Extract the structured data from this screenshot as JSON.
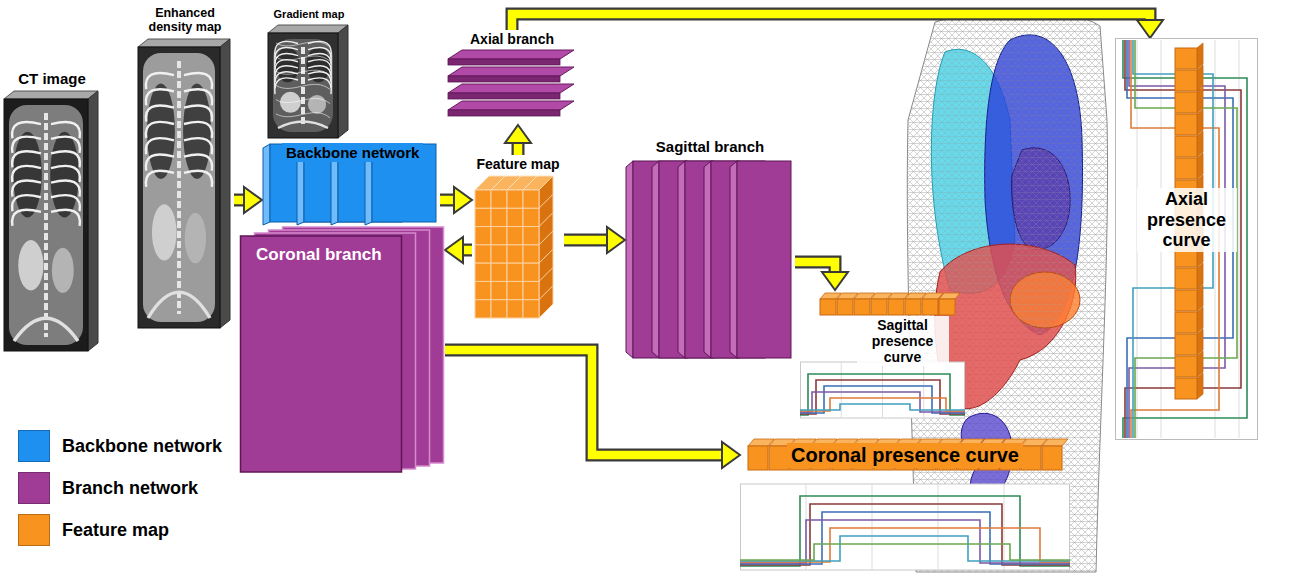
{
  "diagram": {
    "nodes": [
      {
        "text": [
          "CT image"
        ]
      },
      {
        "text": [
          "Enhanced density map"
        ]
      },
      {
        "text": [
          "Gradient map"
        ]
      },
      {
        "text": [
          "Backbone network"
        ]
      },
      {
        "text": [
          "Coronal branch"
        ]
      },
      {
        "text": [
          "Feature map"
        ]
      },
      {
        "text": [
          "Axial branch"
        ]
      },
      {
        "text": [
          "Sagittal branch"
        ]
      },
      {
        "text": [
          "Sagittal presence curve"
        ]
      },
      {
        "text": [
          "Coronal presence curve"
        ]
      },
      {
        "text": [
          "Axial presence curve"
        ]
      }
    ],
    "edges": [
      {
        "from": 1,
        "to": 3,
        "arrow": "to"
      },
      {
        "from": 3,
        "to": 5,
        "arrow": "to"
      },
      {
        "from": 5,
        "to": 6,
        "arrow": "to"
      },
      {
        "from": 5,
        "to": 4,
        "arrow": "to"
      },
      {
        "from": 5,
        "to": 7,
        "arrow": "to"
      },
      {
        "from": 6,
        "to": 10,
        "arrow": "to"
      },
      {
        "from": 7,
        "to": 8,
        "arrow": "to"
      },
      {
        "from": 4,
        "to": 9,
        "arrow": "to"
      }
    ],
    "legend": [
      {
        "text": "Backbone network",
        "color": "#1e90f0"
      },
      {
        "text": "Branch network",
        "color": "#a03c96"
      },
      {
        "text": "Feature map",
        "color": "#f7931e"
      }
    ]
  }
}
